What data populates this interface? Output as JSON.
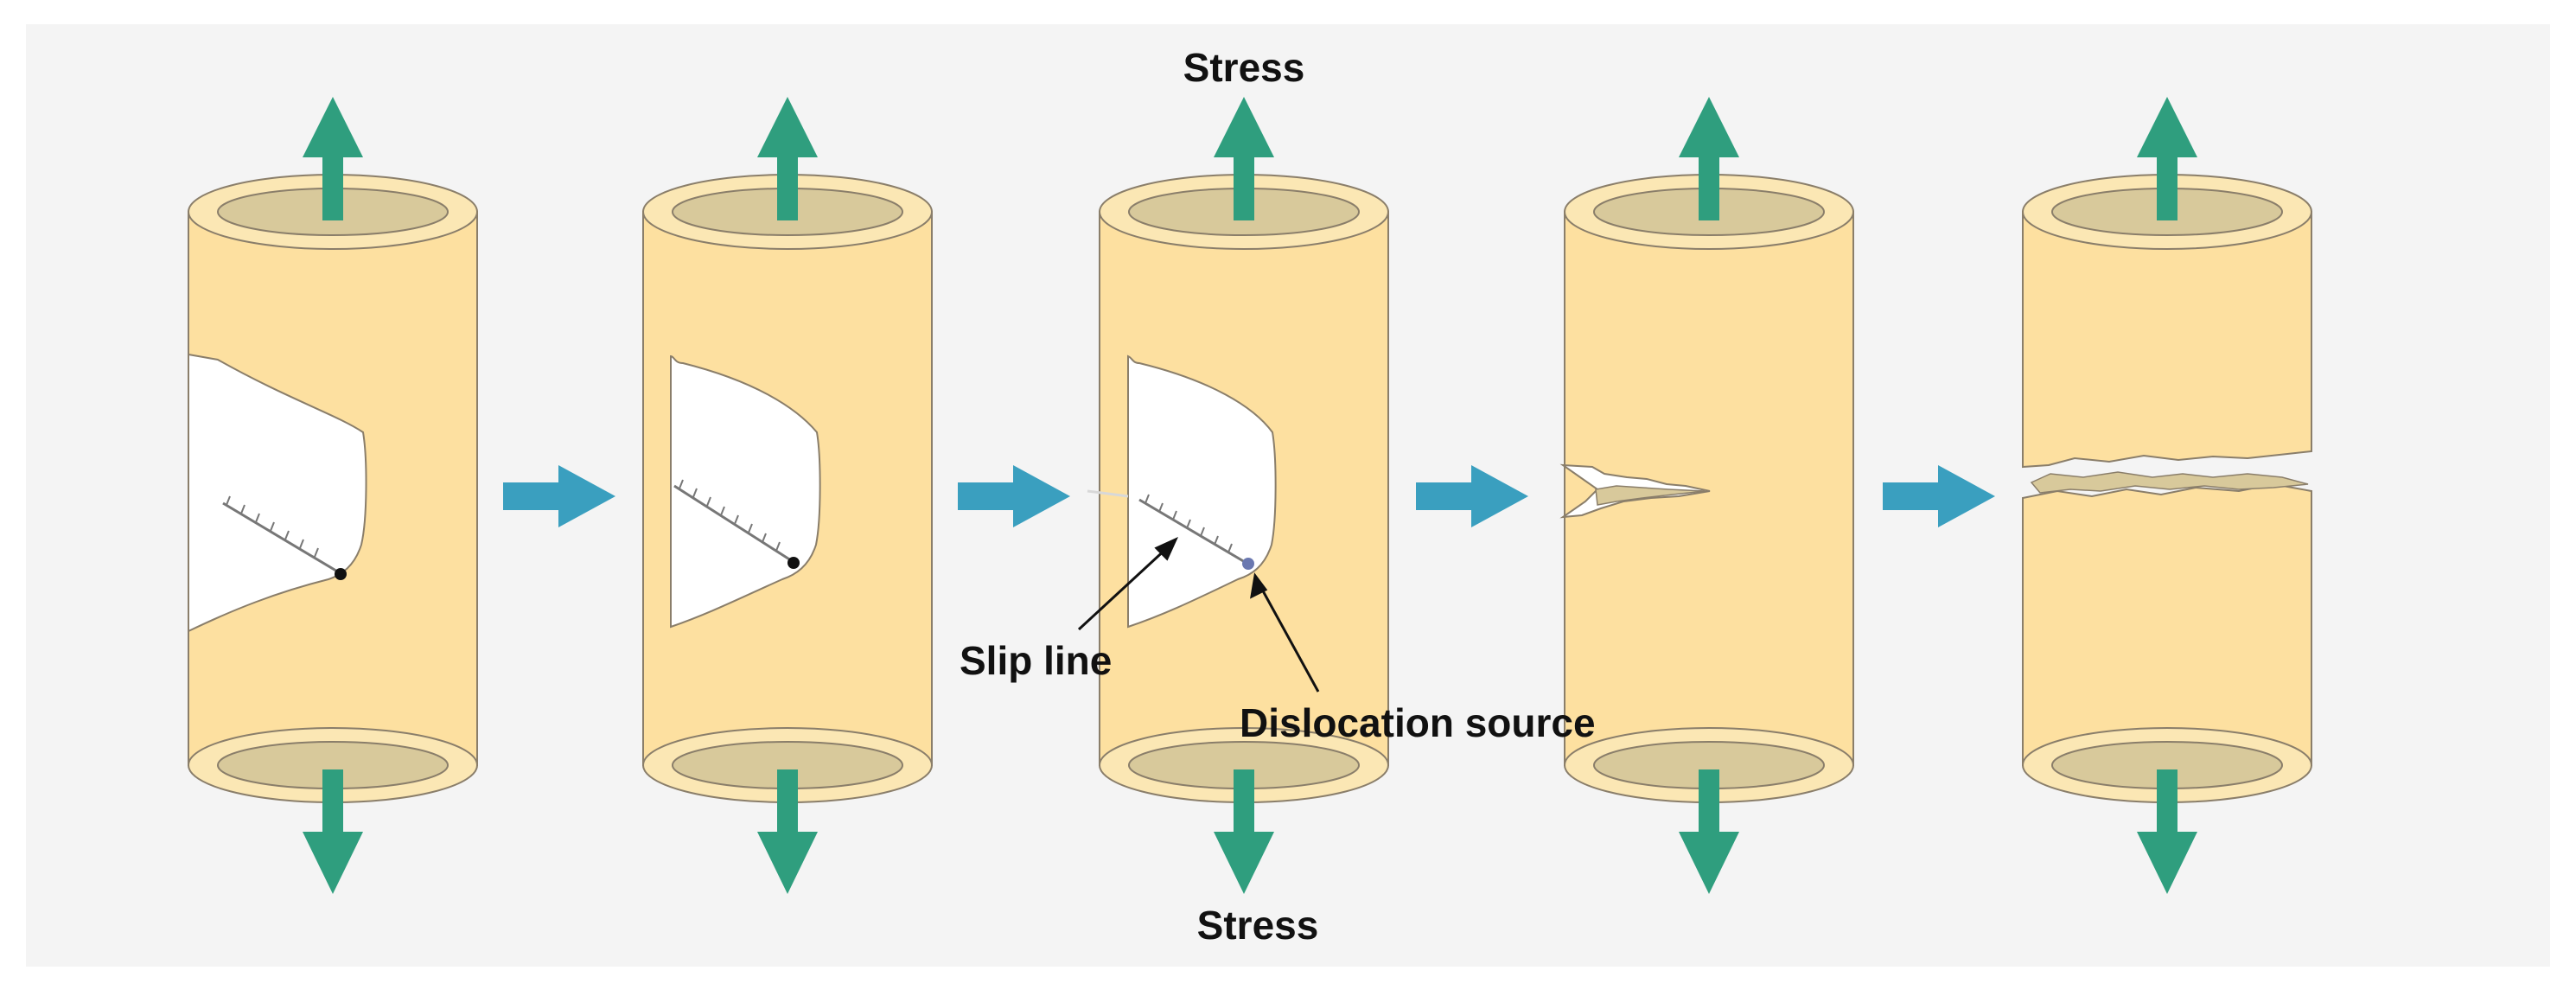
{
  "labels": {
    "stress_top": "Stress",
    "stress_bottom": "Stress",
    "slip_line": "Slip line",
    "dislocation_source": "Dislocation source"
  },
  "colors": {
    "panel_background": "#f4f4f4",
    "cylinder_body": "#fde0a0",
    "cylinder_rim": "#fbe7b4",
    "cylinder_inner": "#d8c99b",
    "outline": "#8a7e6a",
    "stress_arrow": "#2f9e7e",
    "flow_arrow": "#3a9fbf",
    "cutaway_fill": "#ffffff",
    "dislocation_dot": "#111111",
    "dislocation_source_dot": "#6a78b0"
  },
  "stages": [
    {
      "name": "stage-1-initial-slip",
      "cutaway": true,
      "crack": "none"
    },
    {
      "name": "stage-2-slip-extends",
      "cutaway": true,
      "crack": "none"
    },
    {
      "name": "stage-3-slip-line-forms",
      "cutaway": true,
      "crack": "none"
    },
    {
      "name": "stage-4-crack-initiation",
      "cutaway": false,
      "crack": "partial"
    },
    {
      "name": "stage-5-fracture",
      "cutaway": false,
      "crack": "full"
    }
  ],
  "flow_arrows": [
    "arrow-1-to-2",
    "arrow-2-to-3",
    "arrow-3-to-4",
    "arrow-4-to-5"
  ]
}
